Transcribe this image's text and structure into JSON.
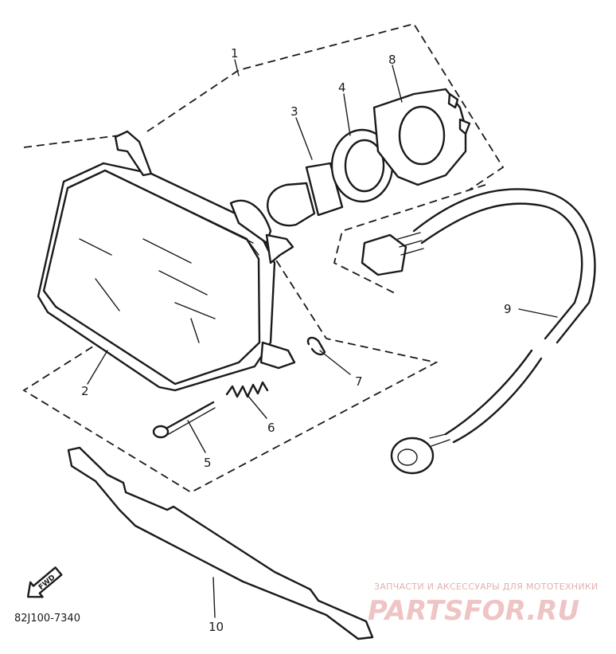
{
  "callouts": {
    "c1": "1",
    "c2": "2",
    "c3": "3",
    "c4": "4",
    "c5": "5",
    "c6": "6",
    "c7": "7",
    "c8": "8",
    "c9": "9",
    "c10": "10"
  },
  "arrow_label": "FWD",
  "diagram_code": "82J100-7340",
  "watermark": {
    "tagline": "ЗАПЧАСТИ И АКСЕССУАРЫ ДЛЯ МОТОТЕХНИКИ",
    "brand": "PARTSFOR.RU",
    "color": "#e3b0b0"
  },
  "icons": {
    "fwd_arrow": "fwd-arrow-icon"
  }
}
